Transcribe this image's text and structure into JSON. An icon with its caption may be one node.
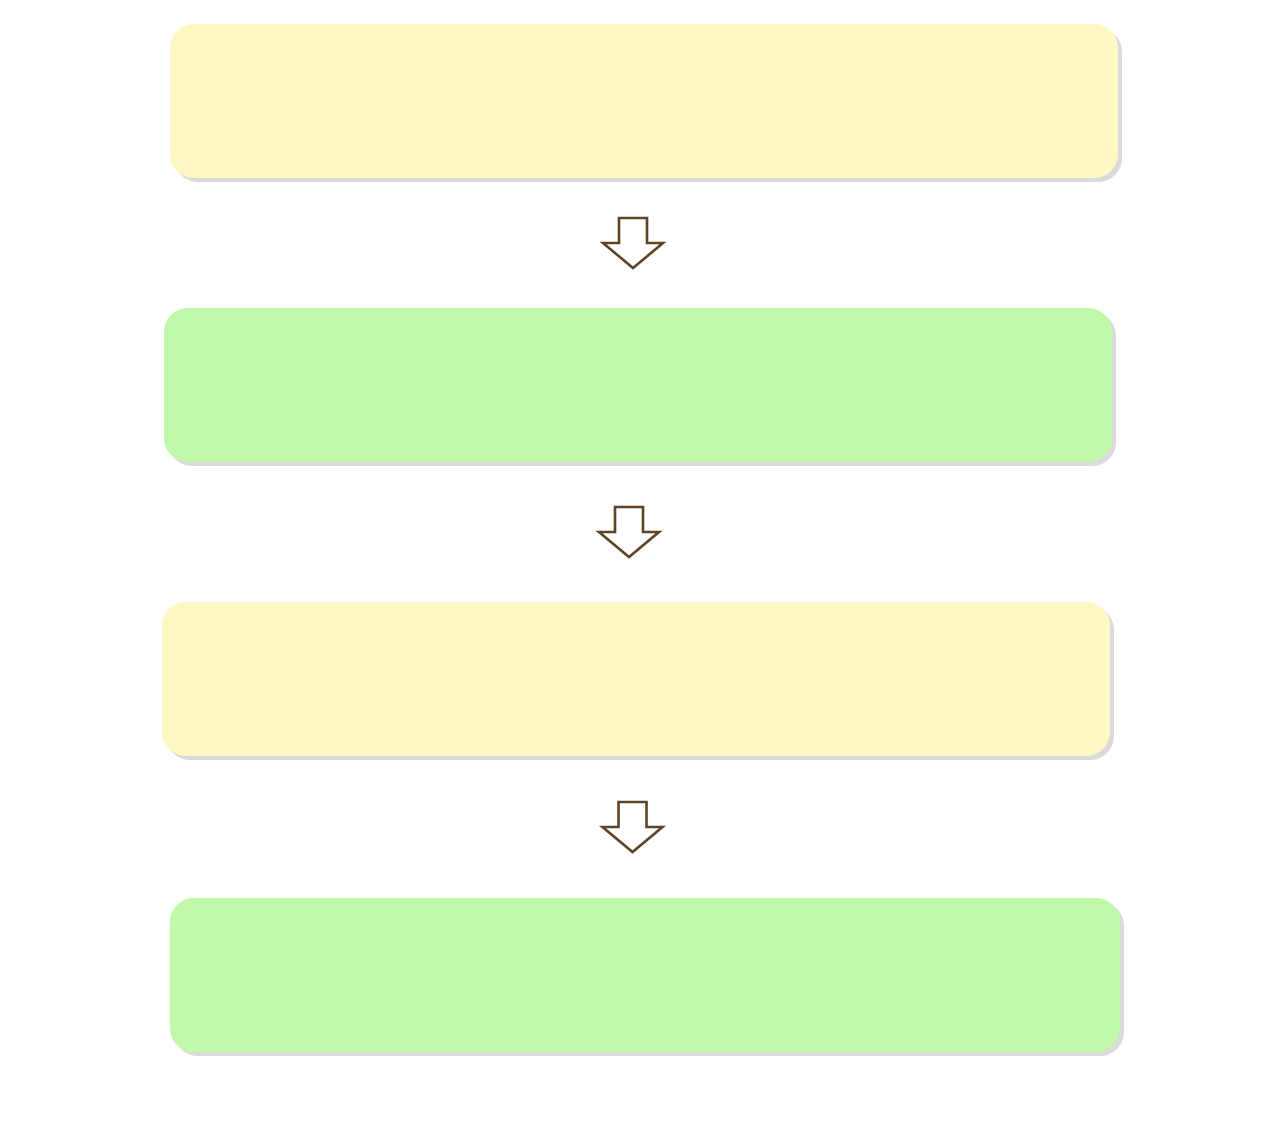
{
  "diagram": {
    "nodes": [
      {
        "text": [],
        "shape": "box"
      },
      {
        "text": [],
        "shape": "box"
      },
      {
        "text": [],
        "shape": "box"
      },
      {
        "text": [],
        "shape": "box"
      }
    ],
    "edges": [
      {
        "from": 0,
        "to": 1,
        "arrow": "to"
      },
      {
        "from": 1,
        "to": 2,
        "arrow": "to"
      },
      {
        "from": 2,
        "to": 3,
        "arrow": "to"
      }
    ]
  }
}
